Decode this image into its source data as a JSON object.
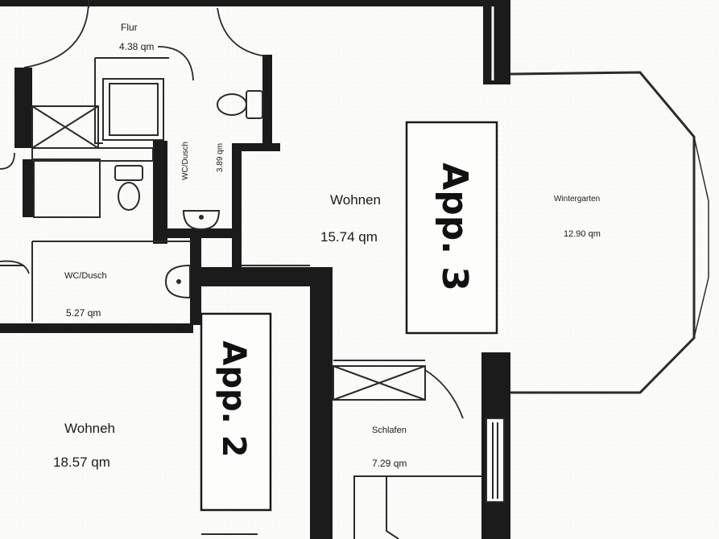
{
  "rooms": {
    "flur": {
      "name": "Flur",
      "area": "4.38 qm"
    },
    "wc_dusch_upper": {
      "name": "WC/Dusch",
      "area": "3.89 qm"
    },
    "wc_dusch_lower": {
      "name": "WC/Dusch",
      "area": "5.27 qm"
    },
    "wohnen_app3": {
      "name": "Wohnen",
      "area": "15.74 qm"
    },
    "wintergarten": {
      "name": "Wintergarten",
      "area": "12.90 qm"
    },
    "wohnen_app2": {
      "name": "Wohneh",
      "area": "18.57 qm"
    },
    "schlafen": {
      "name": "Schlafen",
      "area": "7.29 qm"
    }
  },
  "apartments": {
    "app3": "App. 3",
    "app2": "App. 2"
  }
}
